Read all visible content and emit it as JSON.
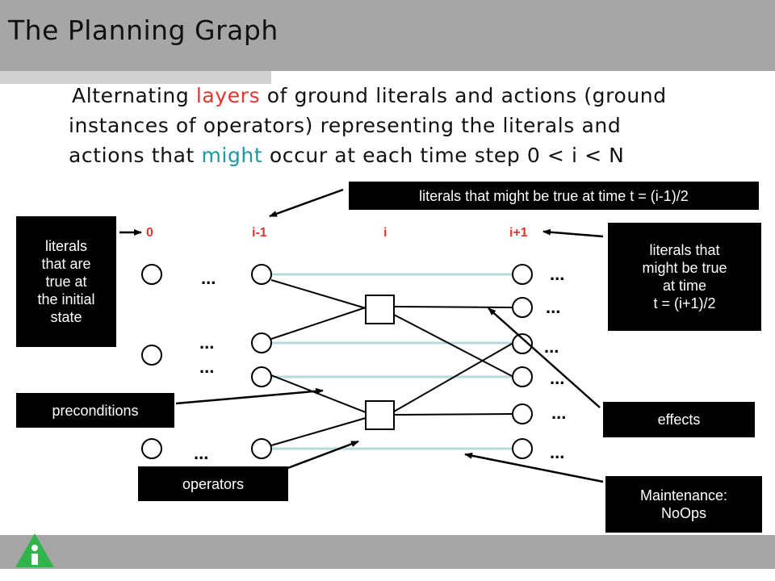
{
  "title": "The Planning Graph",
  "paragraph": {
    "line1_a": "Alternating ",
    "line1_red": "layers",
    "line1_b": " of ground literals and actions (ground",
    "line2": "instances of operators) representing the literals and",
    "line3_a": "actions that ",
    "line3_teal": "might",
    "line3_b": " occur at each time step  0 < i < N"
  },
  "layer_labels": {
    "l0": "0",
    "l1": "i-1",
    "l2": "i",
    "l3": "i+1"
  },
  "annotations": {
    "initial_state": [
      "literals",
      "that are",
      "true at",
      "the initial",
      "state"
    ],
    "time_prev": "literals that might be true at time t = (i-1)/2",
    "time_next": [
      "literals that",
      "might be true",
      "at time",
      "t = (i+1)/2"
    ],
    "preconditions": "preconditions",
    "operators": "operators",
    "effects": "effects",
    "maintenance": [
      "Maintenance:",
      "NoOps"
    ]
  },
  "ellipsis": "...",
  "colors": {
    "accent_red": "#e8352c",
    "accent_teal": "#1a9aa3",
    "noop_line": "#b7d9dc",
    "bar_gray": "#a6a6a6"
  }
}
